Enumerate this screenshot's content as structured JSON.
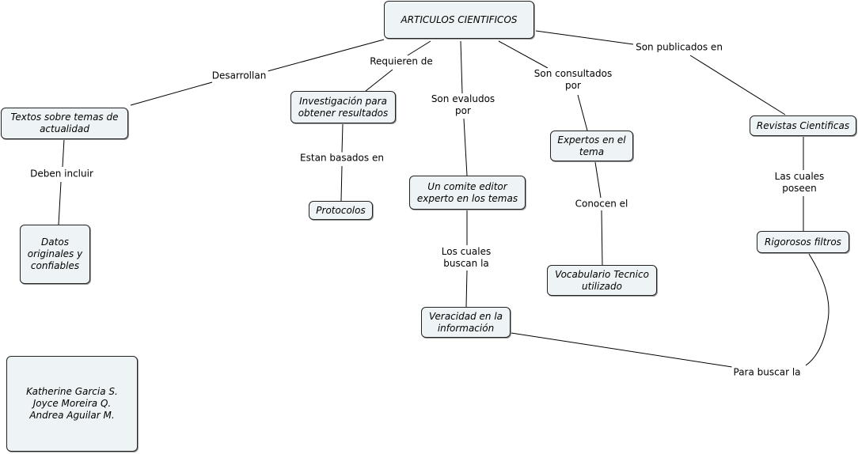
{
  "concepts": {
    "root": "ARTICULOS CIENTIFICOS",
    "textos": "Textos sobre temas de actualidad",
    "datos": "Datos originales y confiables",
    "investigacion": "Investigación para obtener resultados",
    "protocolos": "Protocolos",
    "comite": "Un comite editor experto en los temas",
    "veracidad": "Veracidad en la información",
    "expertos": "Expertos en el tema",
    "vocabulario": "Vocabulario Tecnico utilizado",
    "revistas": "Revistas Cientificas",
    "filtros": "Rigorosos filtros"
  },
  "links": {
    "desarrollan": "Desarrollan",
    "deben_incluir": "Deben incluir",
    "requieren": "Requieren de",
    "basados": "Estan basados en",
    "evaluados": "Son evaludos\npor",
    "buscan": "Los cuales\nbuscan la",
    "consultados": "Son consultados\npor",
    "conocen": "Conocen el",
    "publicados": "Son publicados en",
    "poseen": "Las cuales\nposeen",
    "para_buscar": "Para buscar la"
  },
  "authors": [
    "Katherine Garcia S.",
    "Joyce Moreira Q.",
    "Andrea Aguilar M."
  ],
  "colors": {
    "node_fill": "#eef3f5",
    "border": "#222222",
    "line": "#000000"
  }
}
